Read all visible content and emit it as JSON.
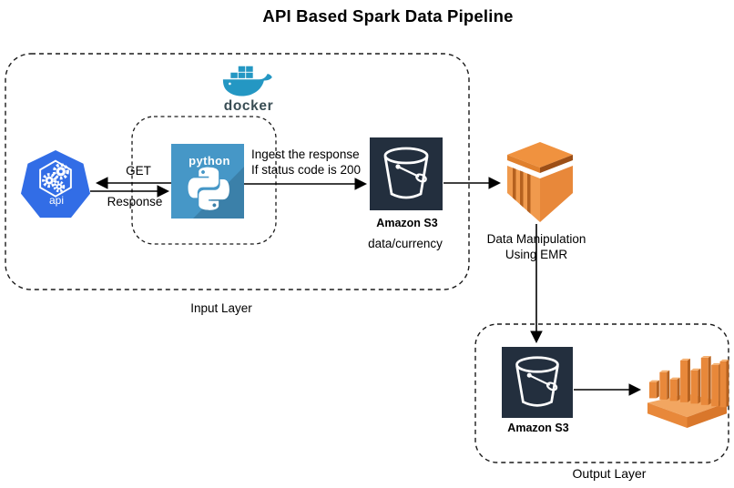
{
  "title": "API Based Spark Data Pipeline",
  "layers": {
    "input": {
      "label": "Input Layer"
    },
    "output": {
      "label": "Output Layer"
    }
  },
  "nodes": {
    "docker": {
      "label": "docker"
    },
    "api": {
      "label": "api"
    },
    "python": {
      "label": "python"
    },
    "s3_input": {
      "label": "Amazon S3",
      "bucket_path": "data/currency"
    },
    "emr": {
      "caption_line1": "Data Manipulation",
      "caption_line2": "Using EMR"
    },
    "s3_output": {
      "label": "Amazon S3"
    }
  },
  "edges": {
    "get": "GET",
    "response": "Response",
    "ingest_line1": "Ingest the response",
    "ingest_line2": "If status code is 200"
  },
  "colors": {
    "docker_blue": "#2497c3",
    "api_blue": "#326de6",
    "python_blue": "#4697c7",
    "aws_dark": "#232f3e",
    "aws_orange": "#e8883a",
    "aws_orange_dark": "#b5611f",
    "aws_orange_light": "#f5b070"
  }
}
